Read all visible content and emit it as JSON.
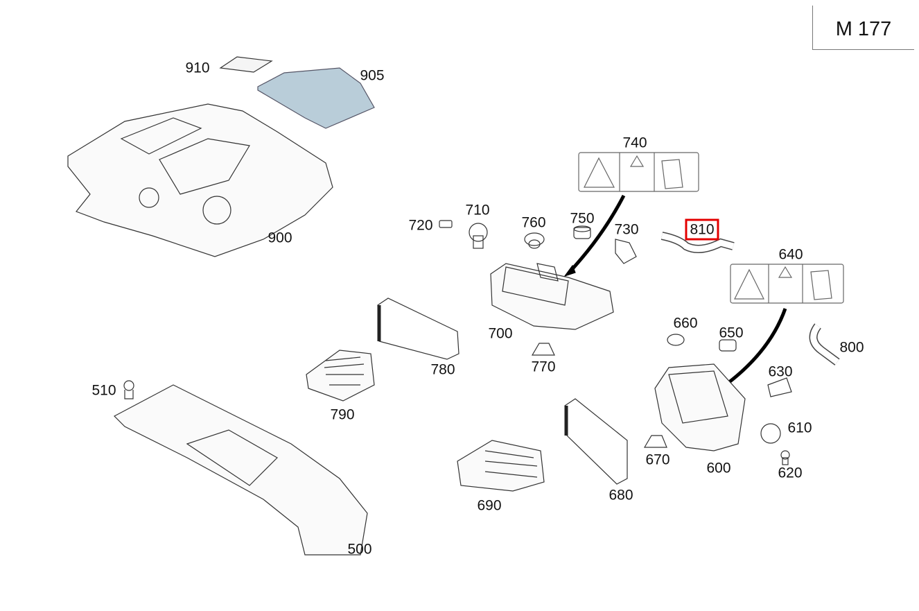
{
  "model": "M 177",
  "selected_part": "810",
  "highlight_color": "#e30000",
  "parts": {
    "p910": "910",
    "p905": "905",
    "p900": "900",
    "p740": "740",
    "p720": "720",
    "p710": "710",
    "p760": "760",
    "p750": "750",
    "p730": "730",
    "p810": "810",
    "p640": "640",
    "p660": "660",
    "p650": "650",
    "p800": "800",
    "p700": "700",
    "p770": "770",
    "p780": "780",
    "p790": "790",
    "p510": "510",
    "p630": "630",
    "p610": "610",
    "p620": "620",
    "p670": "670",
    "p600": "600",
    "p690": "690",
    "p680": "680",
    "p500": "500"
  }
}
